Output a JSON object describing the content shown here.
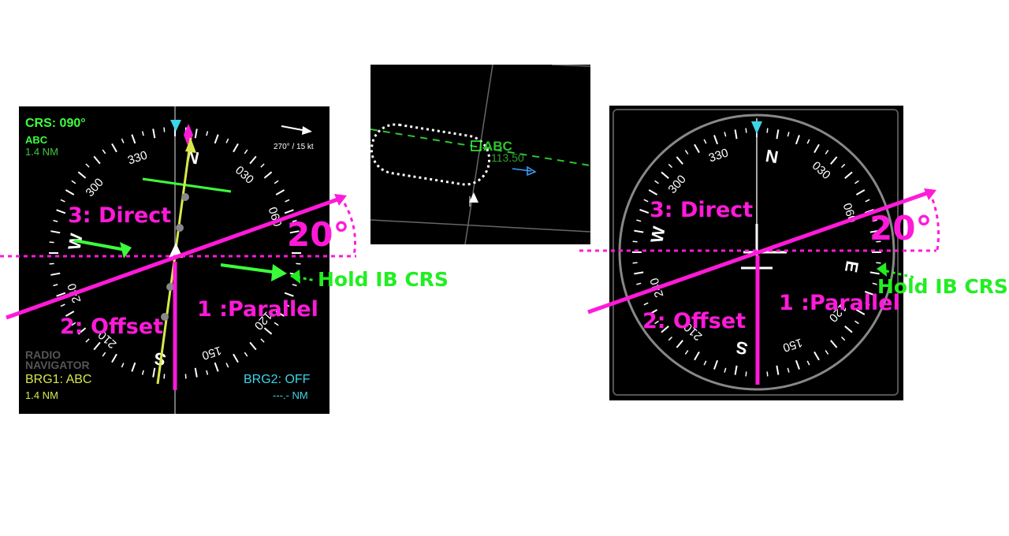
{
  "left_display": {
    "crs_label": "CRS: 090°",
    "nav_id": "ABC",
    "nav_dist": "1.4 NM",
    "wind": "270° / 15 kt",
    "radio_line1": "RADIO",
    "radio_line2": "NAVIGATOR",
    "brg1_label": "BRG1: ABC",
    "brg1_dist": "1.4 NM",
    "brg2_label": "BRG2: OFF",
    "brg2_dist": "---.- NM"
  },
  "compass_labels": {
    "N": "N",
    "E": "E",
    "S": "S",
    "W": "W",
    "h030": "030",
    "h060": "060",
    "h120": "120",
    "h150": "150",
    "h210": "210",
    "h240": "240",
    "h300": "300",
    "h330": "330"
  },
  "map_display": {
    "station_id": "ABC",
    "frequency": "113.50"
  },
  "annotations": {
    "direct": "3: Direct",
    "offset": "2: Offset",
    "parallel": "1 :Parallel",
    "angle": "20°",
    "hold": "Hold IB CRS"
  },
  "colors": {
    "magenta": "#ff1ad9",
    "green": "#22ee22",
    "cyan": "#3cd6e8",
    "yellow": "#d8e84a"
  }
}
